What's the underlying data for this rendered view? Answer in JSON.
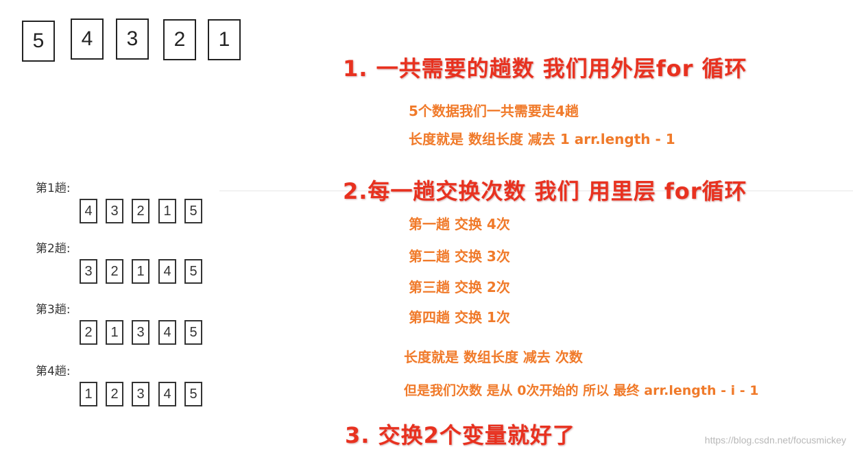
{
  "top_numbers": [
    "5",
    "4",
    "3",
    "2",
    "1"
  ],
  "passes": [
    {
      "label": "第1趟:",
      "values": [
        "4",
        "3",
        "2",
        "1",
        "5"
      ]
    },
    {
      "label": "第2趟:",
      "values": [
        "3",
        "2",
        "1",
        "4",
        "5"
      ]
    },
    {
      "label": "第3趟:",
      "values": [
        "2",
        "1",
        "3",
        "4",
        "5"
      ]
    },
    {
      "label": "第4趟:",
      "values": [
        "1",
        "2",
        "3",
        "4",
        "5"
      ]
    }
  ],
  "section1": {
    "heading": "1. 一共需要的趟数 我们用外层for 循环",
    "notes": [
      "5个数据我们一共需要走4趟",
      "长度就是 数组长度 减去 1   arr.length - 1"
    ]
  },
  "section2": {
    "heading": "2.每一趟交换次数 我们 用里层 for循环",
    "notes": [
      "第一趟 交换 4次",
      "第二趟 交换 3次",
      "第三趟 交换 2次",
      "第四趟 交换 1次",
      "长度就是 数组长度 减去  次数",
      "但是我们次数 是从 0次开始的    所以  最终   arr.length - i - 1"
    ]
  },
  "section3": {
    "heading": "3. 交换2个变量就好了"
  },
  "watermark": "https://blog.csdn.net/focusmickey"
}
